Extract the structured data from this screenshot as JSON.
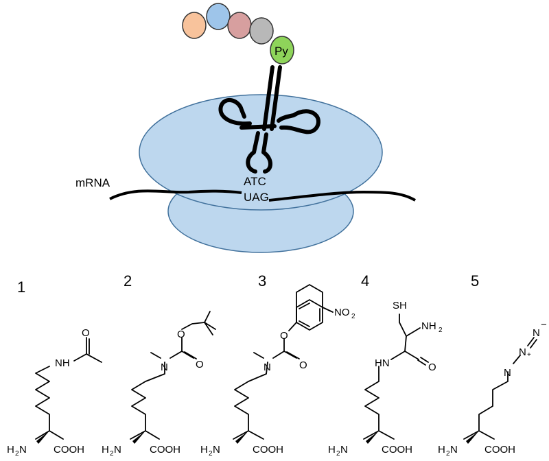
{
  "top": {
    "mrna_label": "mRNA",
    "anticodon": "ATC",
    "codon": "UAG",
    "py_label": "Py",
    "chain_colors": [
      "#f8c39c",
      "#9ec5ea",
      "#d79f9f",
      "#b8b8b8"
    ],
    "py_color": "#8ed45a",
    "ribosome_color": "#bdd7ee"
  },
  "labels": {
    "n1": "1",
    "n2": "2",
    "n3": "3",
    "n4": "4",
    "n5": "5",
    "h2n": "H",
    "h2n_sub": "2",
    "h2n_n": "N",
    "cooh": "COOH",
    "nh": "NH",
    "o": "O",
    "n": "N",
    "hn": "HN",
    "sh": "SH",
    "nh2": "NH",
    "nh2_sub": "2",
    "no2": "NO",
    "no2_sub": "2",
    "minus": "−",
    "plus": "+"
  }
}
